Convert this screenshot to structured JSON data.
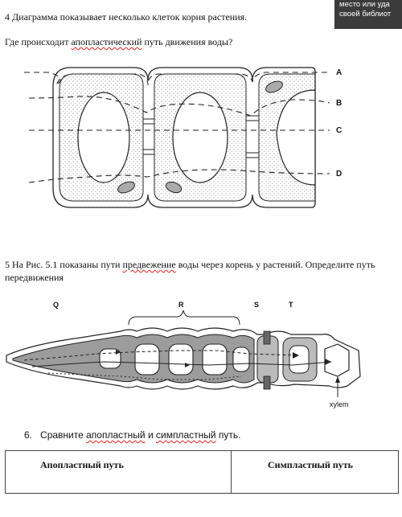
{
  "q4": {
    "heading": "4 Диаграмма показывает несколько клеток корня растения.",
    "prompt_before": "Где происходит ",
    "prompt_spell": "апопластический",
    "prompt_after": " путь движения воды?"
  },
  "figure1": {
    "labels": [
      "A",
      "B",
      "C",
      "D"
    ]
  },
  "q5": {
    "text_before": "5 На Рис. 5.1 показаны  пути ",
    "text_spell": "предвежение",
    "text_after": "  воды через корень у растений. Определите путь",
    "text_line2": "передвижения"
  },
  "figure2": {
    "labels": [
      "Q",
      "R",
      "S",
      "T"
    ],
    "xylem_label": "xylem"
  },
  "q6": {
    "number": "6.",
    "text_before": "Сравните  ",
    "text_spell1": "апопластный",
    "text_mid": " и ",
    "text_spell2": "симпластный",
    "text_after": " путь."
  },
  "table": {
    "headers": [
      "Апопластный путь",
      "Симпластный путь"
    ]
  },
  "tooltip": {
    "line1": "место или уда",
    "line2": "своей библиот"
  }
}
